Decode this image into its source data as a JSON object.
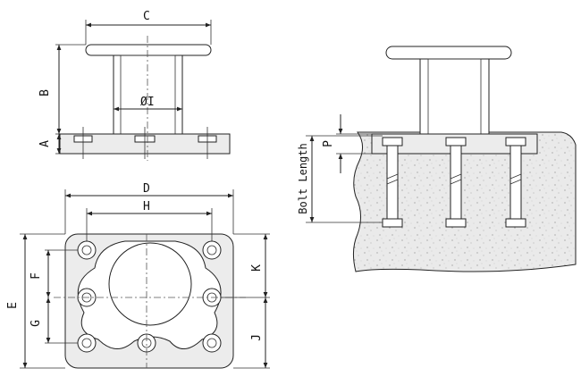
{
  "labels": {
    "C": "C",
    "B": "B",
    "A": "A",
    "I": "ØI",
    "D": "D",
    "H": "H",
    "E": "E",
    "F": "F",
    "G": "G",
    "K": "K",
    "J": "J",
    "P": "P",
    "bolt_length": "Bolt Length"
  },
  "colors": {
    "line": "#222222",
    "part_fill": "#ececec",
    "concrete_fill": "#e9e9e9"
  }
}
